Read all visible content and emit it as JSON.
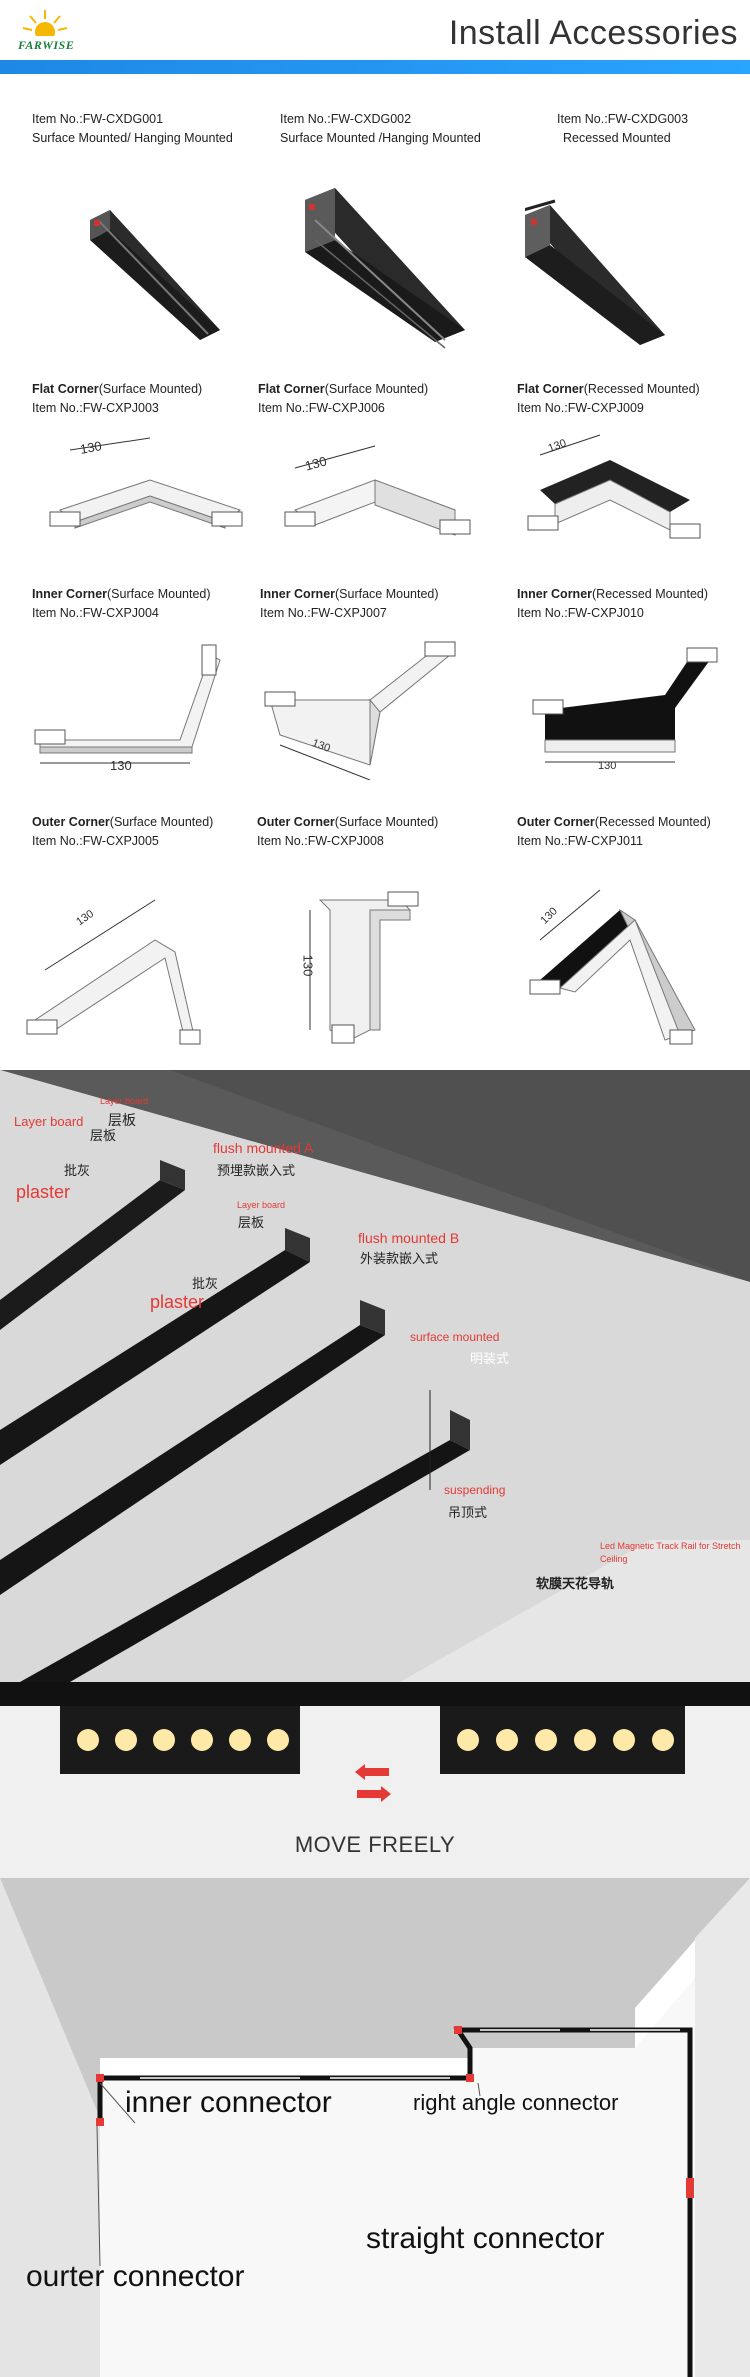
{
  "header": {
    "logo": "FARWISE",
    "title": "Install Accessories",
    "accent": "#1e88e5"
  },
  "products": [
    {
      "item": "Item No.:FW-CXDG001",
      "desc": "Surface Mounted/ Hanging Mounted"
    },
    {
      "item": "Item No.:FW-CXDG002",
      "desc": "Surface Mounted /Hanging Mounted"
    },
    {
      "item": "Item No.:FW-CXDG003",
      "desc": "Recessed Mounted"
    }
  ],
  "flat": [
    {
      "name": "Flat Corner",
      "mount": "(Surface Mounted)",
      "item": "Item No.:FW-CXPJ003",
      "dim": "130"
    },
    {
      "name": "Flat Corner",
      "mount": "(Surface Mounted)",
      "item": "Item No.:FW-CXPJ006",
      "dim": "130"
    },
    {
      "name": "Flat Corner",
      "mount": "(Recessed Mounted)",
      "item": "Item No.:FW-CXPJ009",
      "dim": "130"
    }
  ],
  "inner": [
    {
      "name": "Inner Corner",
      "mount": "(Surface Mounted)",
      "item": "Item No.:FW-CXPJ004",
      "dim": "130"
    },
    {
      "name": "Inner Corner",
      "mount": "(Surface Mounted)",
      "item": "Item No.:FW-CXPJ007",
      "dim": "130"
    },
    {
      "name": "Inner Corner",
      "mount": "(Recessed Mounted)",
      "item": "Item No.:FW-CXPJ010",
      "dim": "130"
    }
  ],
  "outer": [
    {
      "name": "Outer Corner",
      "mount": "(Surface Mounted)",
      "item": "Item No.:FW-CXPJ005",
      "dim": "130"
    },
    {
      "name": "Outer Corner",
      "mount": "(Surface Mounted)",
      "item": "Item No.:FW-CXPJ008",
      "dim": "130"
    },
    {
      "name": "Outer Corner",
      "mount": "(Recessed Mounted)",
      "item": "Item No.:FW-CXPJ011",
      "dim": "130"
    }
  ],
  "install": {
    "layer_board_small": "Layer board",
    "layer_board": "Layer board",
    "layer_cn": "层板",
    "plaster_cn": "批灰",
    "plaster": "plaster",
    "flush_a": "flush mounted A",
    "flush_a_cn": "预埋款嵌入式",
    "layer_board_b": "Layer board",
    "layer_b_cn": "层板",
    "plaster_b_cn": "批灰",
    "plaster_b": "plaster",
    "flush_b": "flush mounted B",
    "flush_b_cn": "外装款嵌入式",
    "surface": "surface mounted",
    "surface_cn": "明装式",
    "suspending": "suspending",
    "suspending_cn": "吊顶式",
    "stretch": "Led Magnetic Track Rail for Stretch Ceiling",
    "stretch_cn": "软膜天花导轨"
  },
  "move": {
    "label": "MOVE FREELY"
  },
  "connectors": {
    "inner": "inner connector",
    "right_angle": "right angle connector",
    "outer": "ourter connector",
    "straight": "straight connector"
  }
}
